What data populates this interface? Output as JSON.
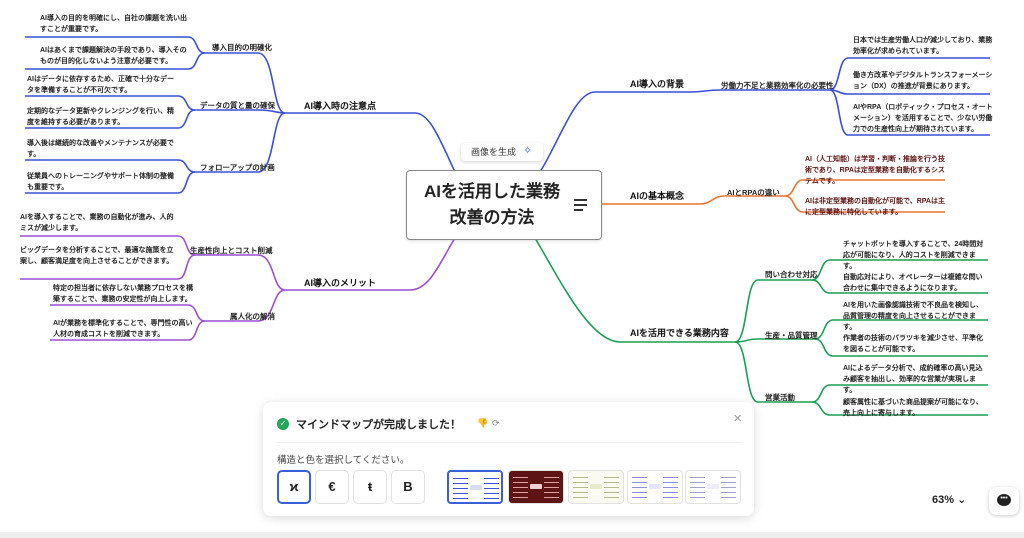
{
  "central": {
    "title": "AIを活用した業務改善の方法"
  },
  "generate_button": {
    "label": "画像を生成"
  },
  "colors": {
    "blue": "#3b4fd8",
    "orange": "#e8752c",
    "green": "#1b9e55",
    "purple": "#9a4fd6",
    "dark_red": "#5c1414"
  },
  "left": {
    "precautions": {
      "label": "AI導入時の注意点",
      "subs": [
        {
          "label": "導入目的の明確化",
          "items": [
            "AI導入の目的を明確にし、自社の課題を洗い出すことが重要です。",
            "AIはあくまで課題解決の手段であり、導入そのものが目的化しないよう注意が必要です。"
          ]
        },
        {
          "label": "データの質と量の確保",
          "items": [
            "AIはデータに依存するため、正確で十分なデータを準備することが不可欠です。",
            "定期的なデータ更新やクレンジングを行い、精度を維持する必要があります。"
          ]
        },
        {
          "label": "フォローアップの計画",
          "items": [
            "導入後は継続的な改善やメンテナンスが必要です。",
            "従業員へのトレーニングやサポート体制の整備も重要です。"
          ]
        }
      ]
    },
    "merits": {
      "label": "AI導入のメリット",
      "subs": [
        {
          "label": "生産性向上とコスト削減",
          "items": [
            "AIを導入することで、業務の自動化が進み、人的ミスが減少します。",
            "ビッグデータを分析することで、最適な施策を立案し、顧客満足度を向上させることができます。"
          ]
        },
        {
          "label": "属人化の解消",
          "items": [
            "特定の担当者に依存しない業務プロセスを構築することで、業務の安定性が向上します。",
            "AIが業務を標準化することで、専門性の高い人材の育成コストを削減できます。"
          ]
        }
      ]
    }
  },
  "right": {
    "background": {
      "label": "AI導入の背景",
      "sub": "労働力不足と業務効率化の必要性",
      "items": [
        "日本では生産労働人口が減少しており、業務効率化が求められています。",
        "働き方改革やデジタルトランスフォーメーション（DX）の推進が背景にあります。",
        "AIやRPA（ロボティック・プロセス・オートメーション）を活用することで、少ない労働力での生産性向上が期待されています。"
      ]
    },
    "concept": {
      "label": "AIの基本概念",
      "sub": "AIとRPAの違い",
      "items": [
        "AI（人工知能）は学習・判断・推論を行う技術であり、RPAは定型業務を自動化するシステムです。",
        "AIは非定型業務の自動化が可能で、RPAは主に定型業務に特化しています。"
      ]
    },
    "tasks": {
      "label": "AIを活用できる業務内容",
      "subs": [
        {
          "label": "問い合わせ対応",
          "items": [
            "チャットボットを導入することで、24時間対応が可能になり、人的コストを削減できます。",
            "自動応対により、オペレーターは複雑な問い合わせに集中できるようになります。"
          ]
        },
        {
          "label": "生産・品質管理",
          "items": [
            "AIを用いた画像認識技術で不良品を検知し、品質管理の精度を向上させることができます。",
            "作業者の技術のバラツキを減少させ、平準化を図ることが可能です。"
          ]
        },
        {
          "label": "営業活動",
          "items": [
            "AIによるデータ分析で、成約確率の高い見込み顧客を抽出し、効率的な営業が実現します。",
            "顧客属性に基づいた商品提案が可能になり、売上向上に寄与します。"
          ]
        }
      ]
    }
  },
  "panel": {
    "title": "マインドマップが完成しました！",
    "subtitle": "構造と色を選択してください。",
    "structures": [
      "ϰ",
      "€",
      "ŧ",
      "B"
    ],
    "themes": [
      {
        "line": "#3b4fd8",
        "bg": "#ffffff",
        "box": "#d8dcf5"
      },
      {
        "line": "#e2a0a0",
        "bg": "#5c1414",
        "box": "#f0d0d0"
      },
      {
        "line": "#b4b98e",
        "bg": "#fafaf0",
        "box": "#e7ebcb"
      },
      {
        "line": "#8a8fe0",
        "bg": "#ffffff",
        "box": "#e4e6fa"
      },
      {
        "line": "#a0a0c8",
        "bg": "#ffffff",
        "box": "#eeeef8"
      }
    ]
  },
  "zoom": {
    "level": "63%"
  }
}
